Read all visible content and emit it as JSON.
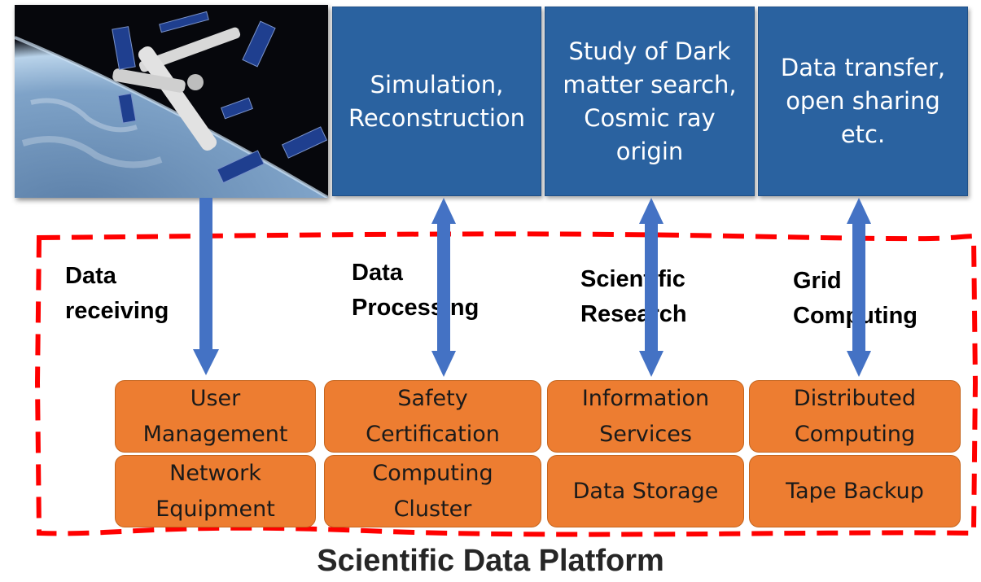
{
  "photo": {
    "subject": "space-station-over-earth"
  },
  "top_boxes": [
    {
      "text": "Simulation,\nReconstruction"
    },
    {
      "text": "Study of Dark\nmatter search,\nCosmic ray\norigin"
    },
    {
      "text": "Data transfer,\nopen sharing\netc."
    }
  ],
  "functions": [
    {
      "label": "Data\nreceiving"
    },
    {
      "label": "Data\nProcessing"
    },
    {
      "label": "Scientific\nResearch"
    },
    {
      "label": "Grid\nComputing"
    }
  ],
  "services": [
    {
      "text": "User\nManagement"
    },
    {
      "text": "Safety\nCertification"
    },
    {
      "text": "Information\nServices"
    },
    {
      "text": "Distributed\nComputing"
    },
    {
      "text": "Network\nEquipment"
    },
    {
      "text": "Computing\nCluster"
    },
    {
      "text": "Data Storage"
    },
    {
      "text": "Tape Backup"
    }
  ],
  "title": "Scientific Data Platform",
  "colors": {
    "top_box": "#2a62a0",
    "service_box": "#ed7d31",
    "arrow": "#4472c4",
    "dashed_border": "#ff0000"
  }
}
